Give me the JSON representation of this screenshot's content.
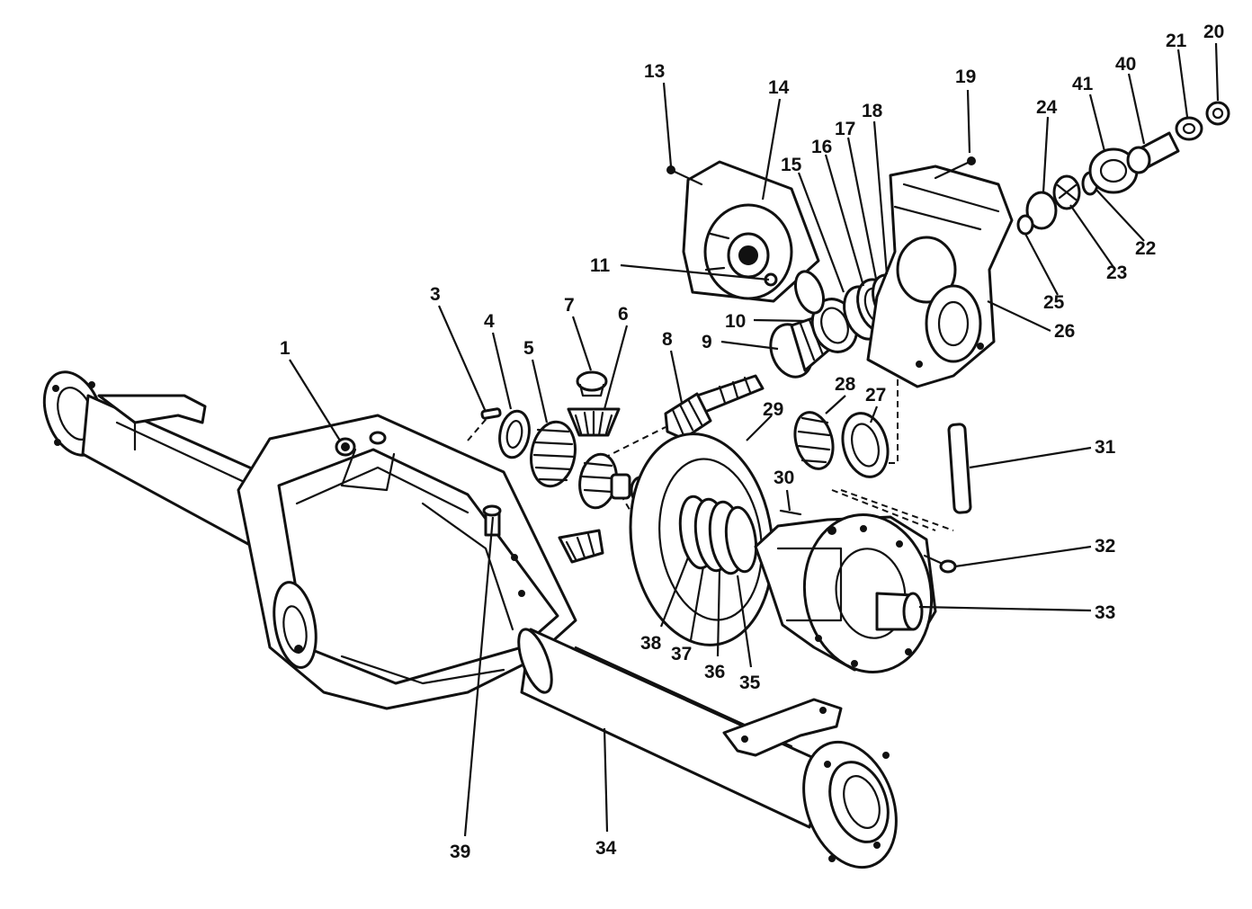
{
  "callouts": [
    "1",
    "3",
    "4",
    "5",
    "6",
    "7",
    "8",
    "9",
    "10",
    "11",
    "13",
    "14",
    "15",
    "16",
    "17",
    "18",
    "19",
    "20",
    "21",
    "22",
    "23",
    "24",
    "25",
    "26",
    "27",
    "28",
    "29",
    "30",
    "31",
    "32",
    "33",
    "34",
    "35",
    "36",
    "37",
    "38",
    "39",
    "40",
    "41"
  ],
  "colors": {
    "ink": "#111111",
    "paper": "#ffffff"
  }
}
